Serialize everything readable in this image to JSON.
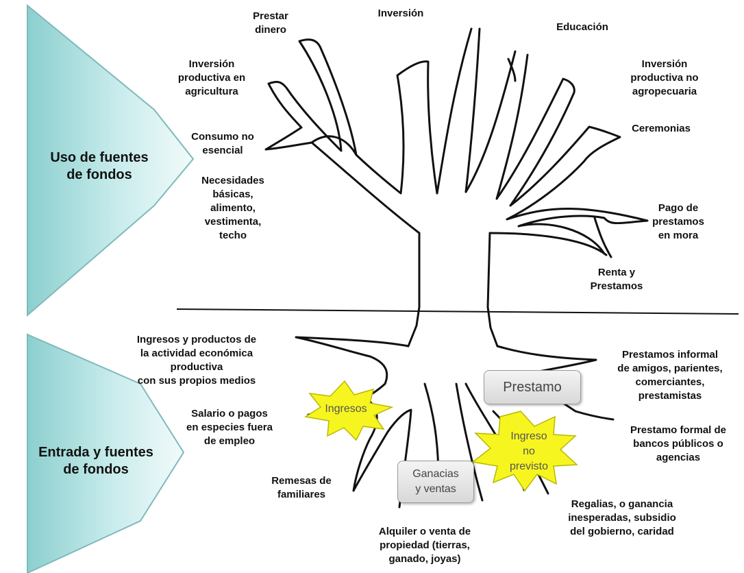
{
  "arrows": {
    "upper": "Uso de fuentes\nde fondos",
    "lower": "Entrada y fuentes\nde fondos"
  },
  "uses": {
    "prestar": "Prestar\ndinero",
    "inversion": "Inversión",
    "educacion": "Educación",
    "agricultura": "Inversión\nproductiva en\nagricultura",
    "no_agro": "Inversión\nproductiva no\nagropecuaria",
    "consumo": "Consumo no\nesencial",
    "ceremonias": "Ceremonias",
    "necesidades": "Necesidades\nbásicas,\nalimento,\nvestimenta,\ntecho",
    "pago_mora": "Pago de\nprestamos\nen mora",
    "renta": "Renta y\nPrestamos"
  },
  "sources": {
    "ingresos_actividad": "Ingresos y productos de\nla actividad económica\nproductiva\ncon sus propios medios",
    "salario": "Salario o pagos\nen especies fuera\nde empleo",
    "remesas": "Remesas de\nfamiliares",
    "alquiler": "Alquiler o venta de\npropiedad (tierras,\nganado, joyas)",
    "informal": "Prestamos informal\nde amigos, parientes,\ncomerciantes,\nprestamistas",
    "formal": "Prestamo formal de\nbancos públicos o\nagencias",
    "regalias": "Regalias, o ganancia\ninesperadas, subsidio\ndel gobierno, caridad"
  },
  "callouts": {
    "ingresos": "Ingresos",
    "ingreso_no_previsto": "Ingreso\nno\nprevisto",
    "prestamo": "Prestamo",
    "ganancias": "Ganacias\ny ventas"
  },
  "colors": {
    "arrow_fill_top": "#f2fafa",
    "arrow_fill_bottom": "#8ccfcf",
    "arrow_stroke": "#7fb9bb",
    "burst_fill": "#f7f520",
    "burst_stroke": "#b8b800",
    "tree_stroke": "#111111"
  }
}
